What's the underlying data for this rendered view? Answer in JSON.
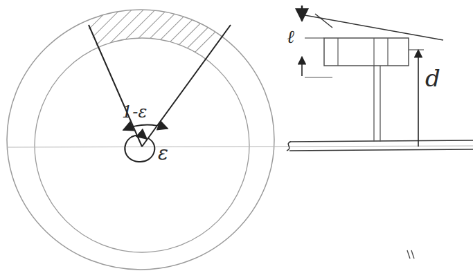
{
  "diagram": {
    "labels": [
      "1-ε",
      "ε",
      "ℓ",
      "d"
    ]
  }
}
